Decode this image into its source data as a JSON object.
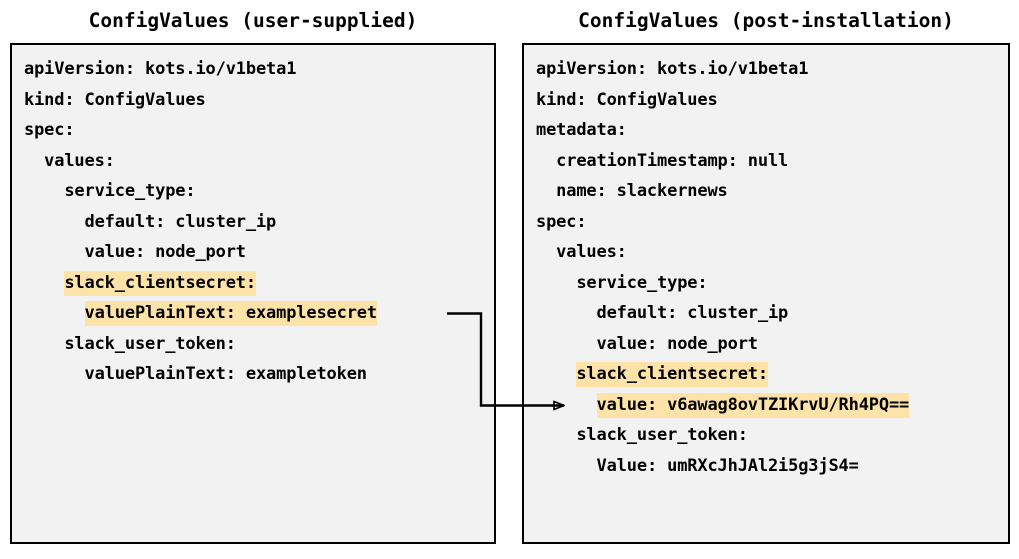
{
  "diagram": {
    "background_color": "#ffffff",
    "box_fill_color": "#f2f2f2",
    "box_border_color": "#000000",
    "highlight_color": "#fde3a7",
    "connector_color": "#000000"
  },
  "left_panel": {
    "title": "ConfigValues (user-supplied)",
    "lines": [
      {
        "text": "apiVersion: kots.io/v1beta1",
        "highlight": false
      },
      {
        "text": "kind: ConfigValues",
        "highlight": false
      },
      {
        "text": "spec:",
        "highlight": false
      },
      {
        "text": "  values:",
        "highlight": false
      },
      {
        "text": "    service_type:",
        "highlight": false
      },
      {
        "text": "      default: cluster_ip",
        "highlight": false
      },
      {
        "text": "      value: node_port",
        "highlight": false
      },
      {
        "text": "    slack_clientsecret:",
        "highlight": true
      },
      {
        "text": "      valuePlainText: examplesecret",
        "highlight": true
      },
      {
        "text": "    slack_user_token:",
        "highlight": false
      },
      {
        "text": "      valuePlainText: exampletoken",
        "highlight": false
      }
    ]
  },
  "right_panel": {
    "title": "ConfigValues (post-installation)",
    "lines": [
      {
        "text": "apiVersion: kots.io/v1beta1",
        "highlight": false
      },
      {
        "text": "kind: ConfigValues",
        "highlight": false
      },
      {
        "text": "metadata:",
        "highlight": false
      },
      {
        "text": "  creationTimestamp: null",
        "highlight": false
      },
      {
        "text": "  name: slackernews",
        "highlight": false
      },
      {
        "text": "spec:",
        "highlight": false
      },
      {
        "text": "  values:",
        "highlight": false
      },
      {
        "text": "    service_type:",
        "highlight": false
      },
      {
        "text": "      default: cluster_ip",
        "highlight": false
      },
      {
        "text": "      value: node_port",
        "highlight": false
      },
      {
        "text": "    slack_clientsecret:",
        "highlight": true
      },
      {
        "text": "      value: v6awag8ovTZIKrvU/Rh4PQ==",
        "highlight": true
      },
      {
        "text": "    slack_user_token:",
        "highlight": false
      },
      {
        "text": "      Value: umRXcJhJAl2i5g3jS4=",
        "highlight": false
      }
    ]
  },
  "connector": {
    "label": "",
    "from": "valuePlainText: examplesecret",
    "to": "value: v6awag8ovTZIKrvU/Rh4PQ=="
  }
}
